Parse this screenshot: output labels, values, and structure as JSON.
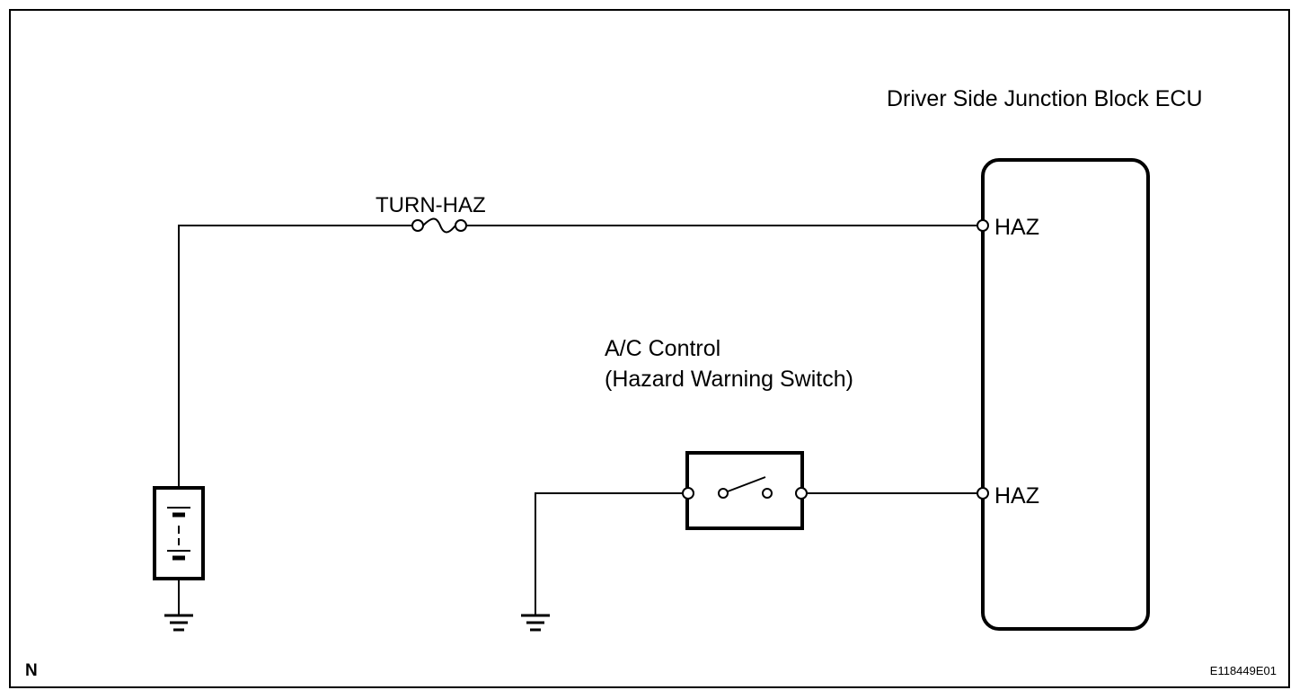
{
  "labels": {
    "ecu_title": "Driver Side Junction Block ECU",
    "fuse": "TURN-HAZ",
    "terminal_top": "HAZ",
    "terminal_bottom": "HAZ",
    "switch_line1": "A/C Control",
    "switch_line2": "(Hazard Warning Switch)",
    "corner_mark": "N",
    "figure_id": "E118449E01"
  },
  "icons": {
    "battery": "battery-icon",
    "fuse": "fuse-icon",
    "switch": "switch-icon",
    "ground": "ground-icon",
    "connector": "connector-icon"
  }
}
